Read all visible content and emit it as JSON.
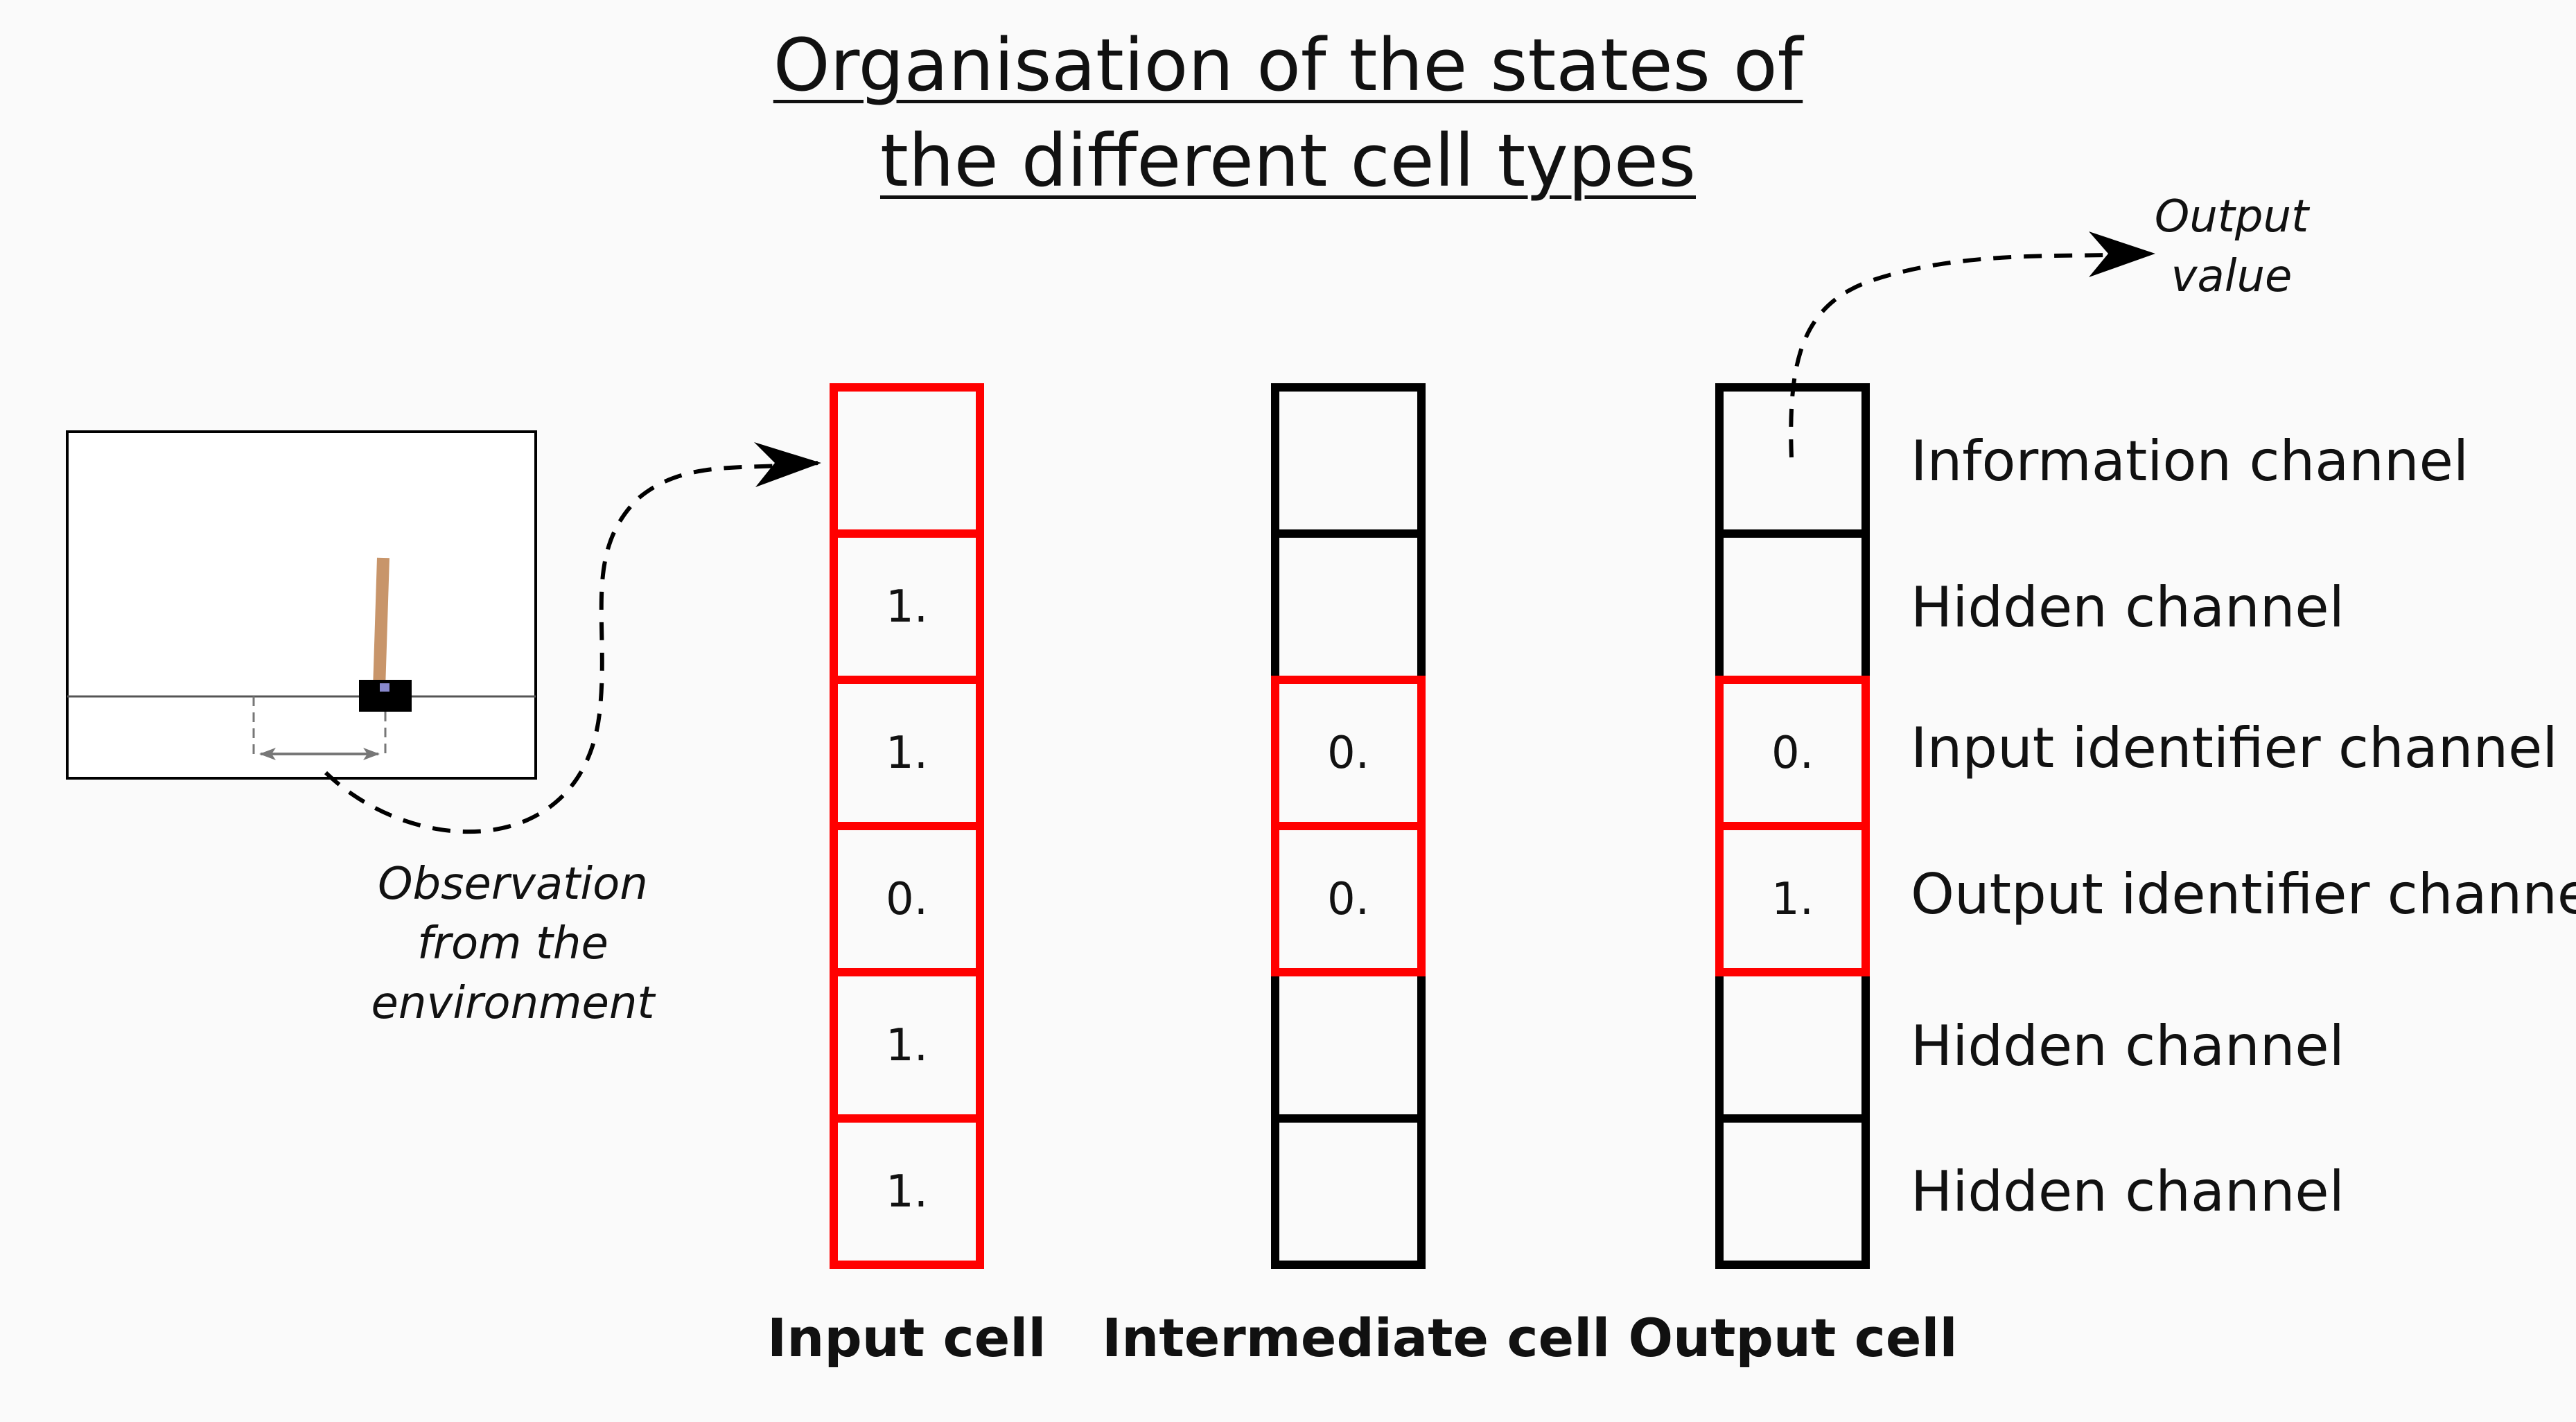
{
  "title": {
    "line1": "Organisation of the states of",
    "line2": "the different cell types"
  },
  "annotations": {
    "output": [
      "Output",
      "value"
    ],
    "observation": [
      "Observation",
      "from the",
      "environment"
    ]
  },
  "cells": [
    {
      "label": "Input cell",
      "values": [
        "",
        "1.",
        "1.",
        "0.",
        "1.",
        "1."
      ],
      "highlight": [
        true,
        true,
        true,
        true,
        true,
        true
      ]
    },
    {
      "label": "Intermediate cell",
      "values": [
        "",
        "",
        "0.",
        "0.",
        "",
        ""
      ],
      "highlight": [
        false,
        false,
        true,
        true,
        false,
        false
      ]
    },
    {
      "label": "Output cell",
      "values": [
        "",
        "",
        "0.",
        "1.",
        "",
        ""
      ],
      "highlight": [
        false,
        false,
        true,
        true,
        false,
        false
      ]
    }
  ],
  "channels": [
    "Information channel",
    "Hidden channel",
    "Input identifier channel",
    "Output identifier channel",
    "Hidden channel",
    "Hidden channel"
  ],
  "colors": {
    "highlight": "#ff0000",
    "normal": "#000000",
    "pole": "#c8956a",
    "cart": "#000000",
    "background": "#fafafa"
  },
  "icons": [
    "cartpole-environment-icon"
  ]
}
